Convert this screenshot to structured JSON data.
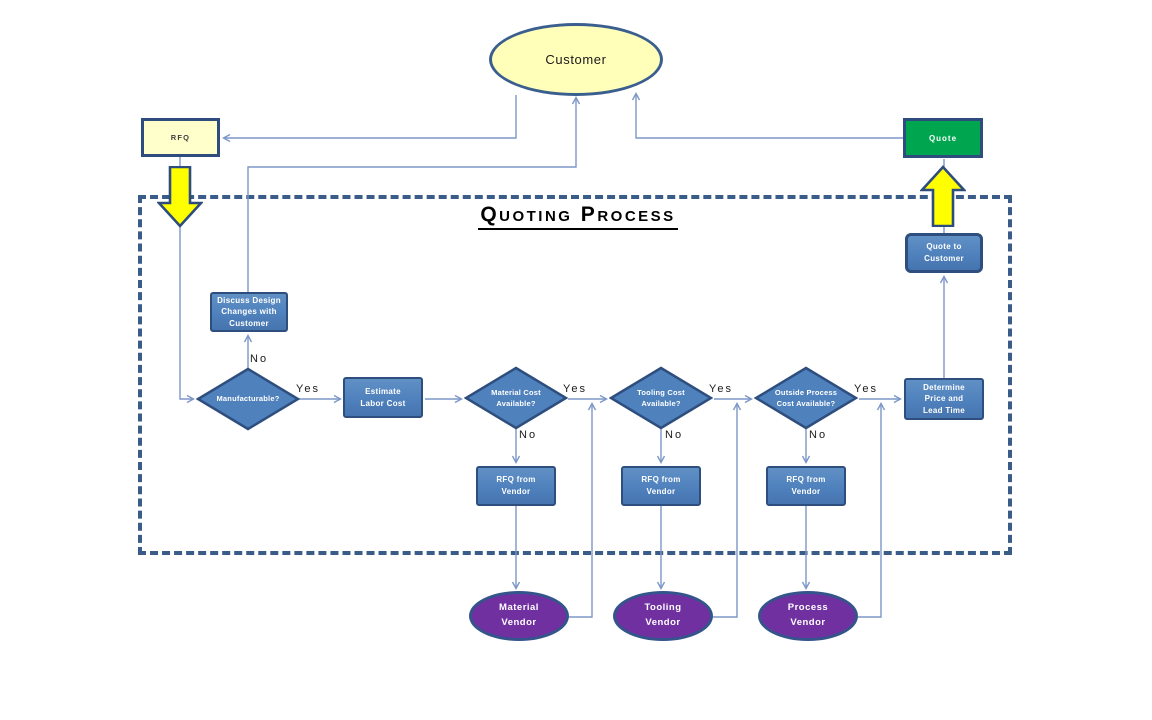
{
  "title": "Quoting Process",
  "nodes": {
    "customer": {
      "label": "Customer"
    },
    "rfq": {
      "label": "RFQ"
    },
    "quote": {
      "label": "Quote"
    },
    "discuss_design": {
      "label": "Discuss Design\nChanges with\nCustomer"
    },
    "manufacturable": {
      "label": "Manufacturable?"
    },
    "estimate_labor": {
      "label": "Estimate\nLabor Cost"
    },
    "material_cost": {
      "label": "Material Cost\nAvailable?"
    },
    "tooling_cost": {
      "label": "Tooling Cost\nAvailable?"
    },
    "outside_process_cost": {
      "label": "Outside Process\nCost Available?"
    },
    "determine_price": {
      "label": "Determine\nPrice and\nLead Time"
    },
    "quote_to_customer": {
      "label": "Quote to\nCustomer"
    },
    "rfq_from_vendor_material": {
      "label": "RFQ from\nVendor"
    },
    "rfq_from_vendor_tooling": {
      "label": "RFQ from\nVendor"
    },
    "rfq_from_vendor_process": {
      "label": "RFQ from\nVendor"
    },
    "material_vendor": {
      "label": "Material\nVendor"
    },
    "tooling_vendor": {
      "label": "Tooling\nVendor"
    },
    "process_vendor": {
      "label": "Process\nVendor"
    }
  },
  "edge_labels": {
    "manufacturable_no": "No",
    "manufacturable_yes": "Yes",
    "material_yes": "Yes",
    "material_no": "No",
    "tooling_yes": "Yes",
    "tooling_no": "No",
    "outside_yes": "Yes",
    "outside_no": "No"
  },
  "colors": {
    "process_fill": "#4F81BD",
    "process_border": "#2E4E7E",
    "customer_fill": "#FFFFB9",
    "customer_border": "#3A5F8E",
    "rfq_fill": "#FFFFCC",
    "rfq_border": "#2E4C7E",
    "quote_fill": "#00A550",
    "quote_border": "#2E4C7E",
    "vendor_fill": "#7030A0",
    "vendor_border": "#34548C",
    "connector": "#7D97C8",
    "boundary": "#3A5C88",
    "block_arrow_fill": "#FFFF00",
    "block_arrow_border": "#2E4C7E",
    "title_color": "#000000",
    "label_color": "#1A1A1A"
  }
}
